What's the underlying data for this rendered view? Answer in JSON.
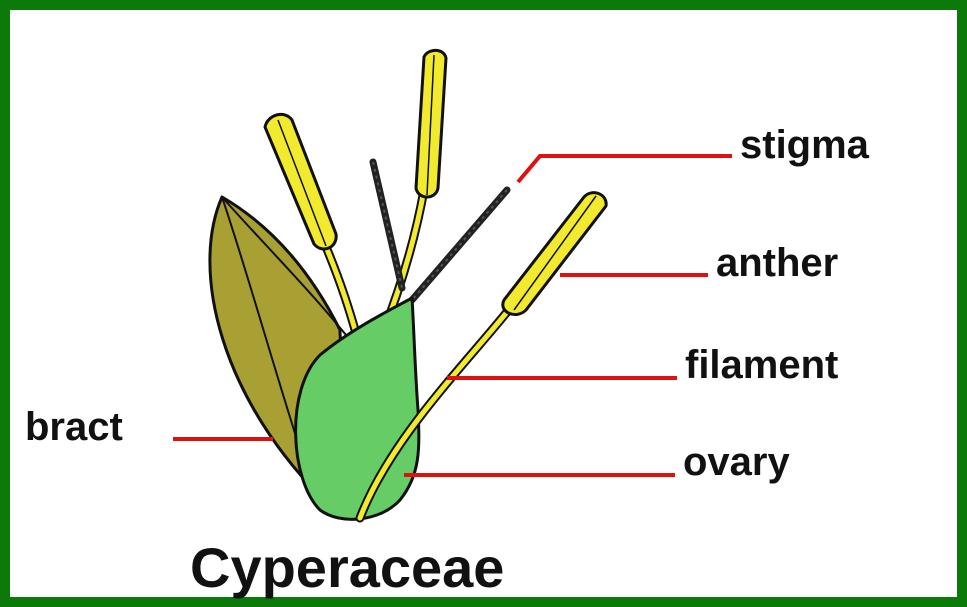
{
  "title": "Cyperaceae",
  "labels": {
    "stigma": "stigma",
    "anther": "anther",
    "filament": "filament",
    "ovary": "ovary",
    "bract": "bract"
  },
  "colors": {
    "border": "#0b7a0b",
    "leader_line": "#e01010",
    "bract_fill": "#a8a033",
    "ovary_fill": "#66cc66",
    "anther_fill": "#f2ea2e",
    "stigma_fill": "#222222",
    "outline": "#111111"
  }
}
